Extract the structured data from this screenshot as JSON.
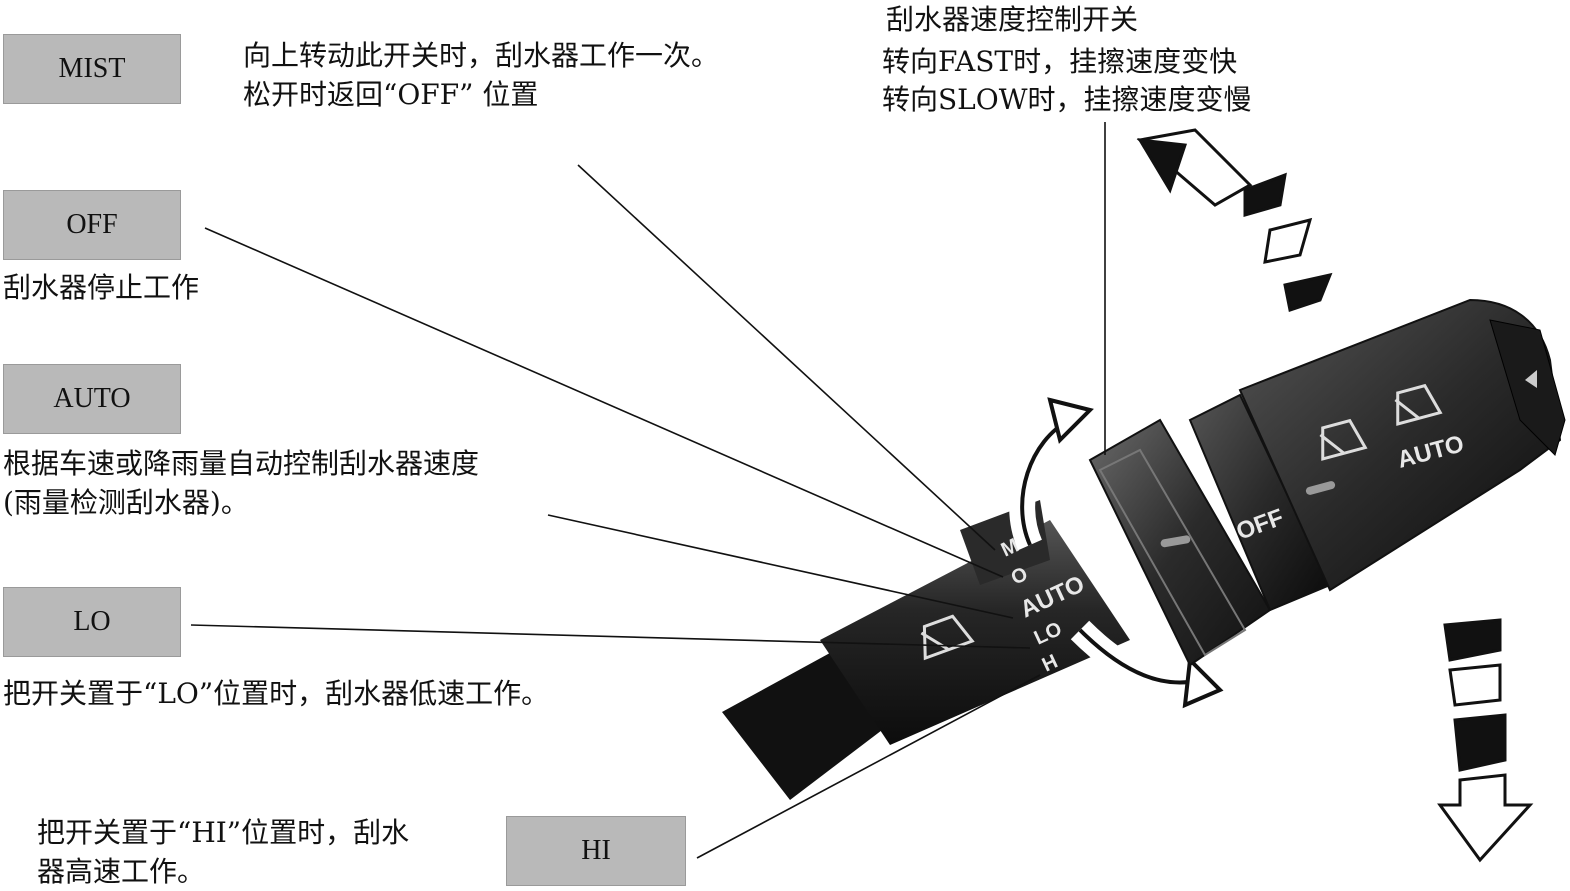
{
  "positions": {
    "mist": {
      "label": "MIST",
      "desc": [
        "向上转动此开关时，刮水器工作一次。",
        "松开时返回“OFF” 位置"
      ]
    },
    "off": {
      "label": "OFF",
      "desc": [
        "刮水器停止工作"
      ]
    },
    "auto": {
      "label": "AUTO",
      "desc": [
        "根据车速或降雨量自动控制刮水器速度",
        "(雨量检测刮水器)。"
      ]
    },
    "lo": {
      "label": "LO",
      "desc": [
        "把开关置于“LO”位置时，刮水器低速工作。"
      ]
    },
    "hi": {
      "label": "HI",
      "desc": [
        "把开关置于“HI”位置时，刮水",
        "器高速工作。"
      ]
    }
  },
  "speed_control": {
    "title": "刮水器速度控制开关",
    "lines": [
      "转向FAST时，挂擦速度变快",
      "转向SLOW时，挂擦速度变慢"
    ]
  },
  "lever_labels": {
    "auto_main": "AUTO",
    "off_ring": "OFF",
    "auto_stalk": "AUTO",
    "mist_abbr": "M",
    "off_abbr": "O",
    "lo_abbr": "LO",
    "hi_abbr": "H"
  },
  "icons": [
    "wiper-icon",
    "wiper-auto-icon",
    "curved-arrow-icon",
    "dashed-arrow-icon"
  ]
}
